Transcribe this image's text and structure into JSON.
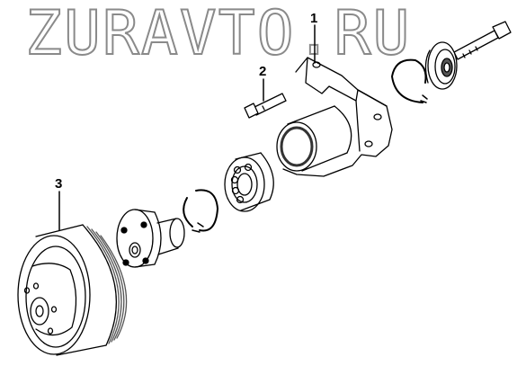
{
  "watermark": "ZURAVTO.RU",
  "callouts": {
    "label_1": "1",
    "label_2": "2",
    "label_3": "3"
  },
  "parts": [
    {
      "name": "housing",
      "callout": "1"
    },
    {
      "name": "bolt",
      "callout": "2"
    },
    {
      "name": "pulley",
      "callout": "3"
    }
  ]
}
